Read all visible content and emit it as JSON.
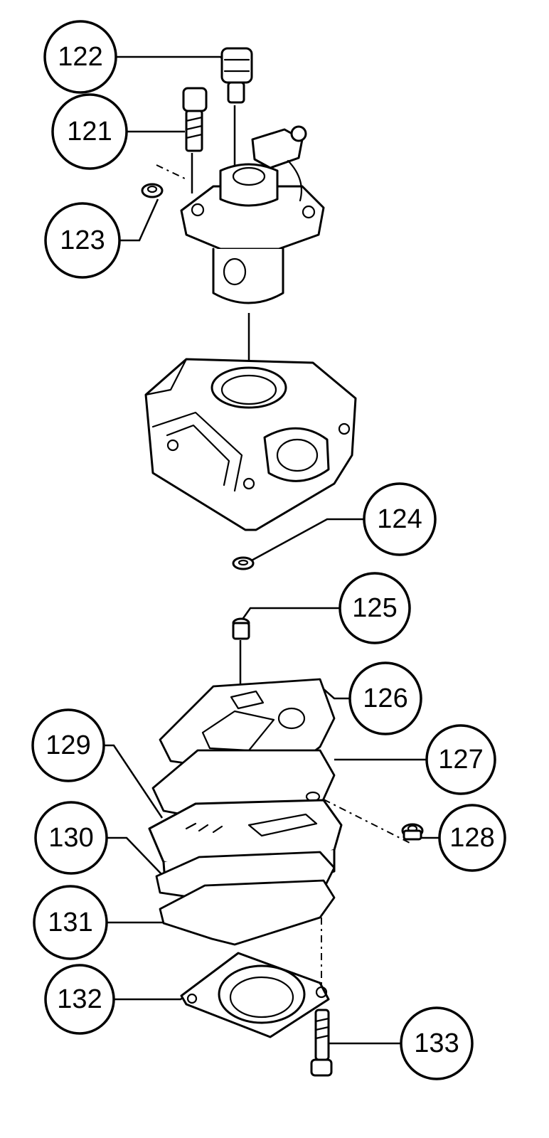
{
  "callouts": [
    {
      "id": "c122",
      "label": "122"
    },
    {
      "id": "c121",
      "label": "121"
    },
    {
      "id": "c123",
      "label": "123"
    },
    {
      "id": "c124",
      "label": "124"
    },
    {
      "id": "c125",
      "label": "125"
    },
    {
      "id": "c126",
      "label": "126"
    },
    {
      "id": "c127",
      "label": "127"
    },
    {
      "id": "c128",
      "label": "128"
    },
    {
      "id": "c129",
      "label": "129"
    },
    {
      "id": "c130",
      "label": "130"
    },
    {
      "id": "c131",
      "label": "131"
    },
    {
      "id": "c132",
      "label": "132"
    },
    {
      "id": "c133",
      "label": "133"
    }
  ],
  "colors": {
    "line": "#000000",
    "background": "#ffffff"
  }
}
